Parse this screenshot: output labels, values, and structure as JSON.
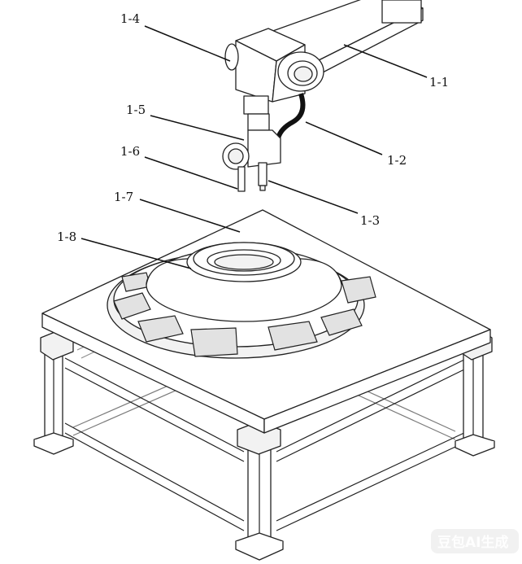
{
  "labels": {
    "l1_1": "1-1",
    "l1_2": "1-2",
    "l1_3": "1-3",
    "l1_4": "1-4",
    "l1_5": "1-5",
    "l1_6": "1-6",
    "l1_7": "1-7",
    "l1_8": "1-8"
  },
  "watermark": "豆包AI生成"
}
